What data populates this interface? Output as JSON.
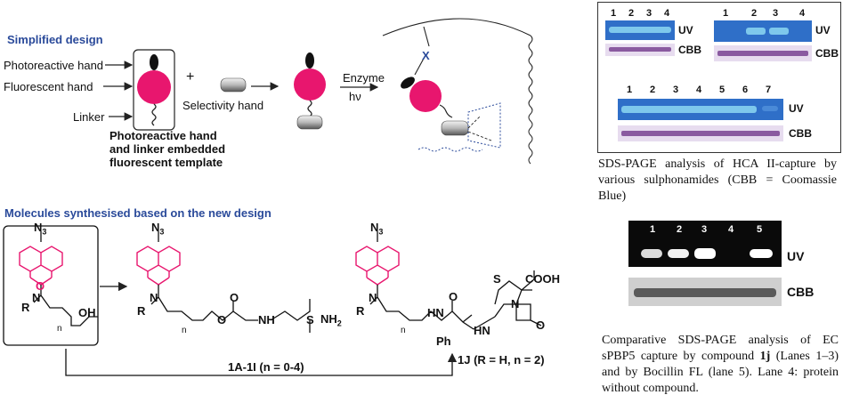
{
  "top_design": {
    "heading": "Simplified design",
    "labels": {
      "photoreactive": "Photoreactive hand",
      "fluorescent": "Fluorescent hand",
      "linker": "Linker",
      "plus": "+",
      "selectivity": "Selectivity hand",
      "enzyme": "Enzyme",
      "hv": "hν",
      "x_mark": "X"
    },
    "template_caption": [
      "Photoreactive     hand",
      "and linker embedded",
      "fluorescent template"
    ]
  },
  "molecules": {
    "heading": "Molecules synthesised based on the new design",
    "atom_labels": {
      "n3": "N",
      "n3_sub": "3",
      "o": "O",
      "n": "N",
      "r": "R",
      "n_sub": "n",
      "oh": "OH",
      "nh": "N",
      "h": "H",
      "s": "S",
      "nh2": "NH",
      "nh2_sub": "2",
      "cooh": "COOH",
      "ph": "Ph"
    },
    "compound_1a": "1A-1I (n = 0-4)",
    "compound_1j": "1J (R = H, n = 2)"
  },
  "gel_panel_1": {
    "gel_a": {
      "lanes": [
        "1",
        "2",
        "3",
        "4"
      ],
      "uv": "UV",
      "cbb": "CBB"
    },
    "gel_b": {
      "lanes": [
        "1",
        "2",
        "3",
        "4"
      ],
      "uv": "UV",
      "cbb": "CBB"
    },
    "gel_c": {
      "lanes": [
        "1",
        "2",
        "3",
        "4",
        "5",
        "6",
        "7"
      ],
      "uv": "UV",
      "cbb": "CBB"
    },
    "caption": "SDS-PAGE analysis of HCA II-capture by various sulphonamides (CBB = Coomassie Blue)"
  },
  "gel_panel_2": {
    "lanes": [
      "1",
      "2",
      "3",
      "4",
      "5"
    ],
    "uv": "UV",
    "cbb": "CBB",
    "caption_parts": {
      "before": "Comparative SDS-PAGE analysis of EC sPBP5 capture by compound ",
      "compound": "1j",
      "after": " (Lanes 1–3) and by Bocillin FL (lane 5). Lane 4: protein without compound."
    }
  },
  "colors": {
    "heading_blue": "#2a4a9a",
    "magenta": "#e8166e",
    "gel_blue": "#2f6fc8",
    "gel_band": "#7ec8ec",
    "cbb_bg": "#e7dcef",
    "cbb_band": "#8a5aa0"
  }
}
